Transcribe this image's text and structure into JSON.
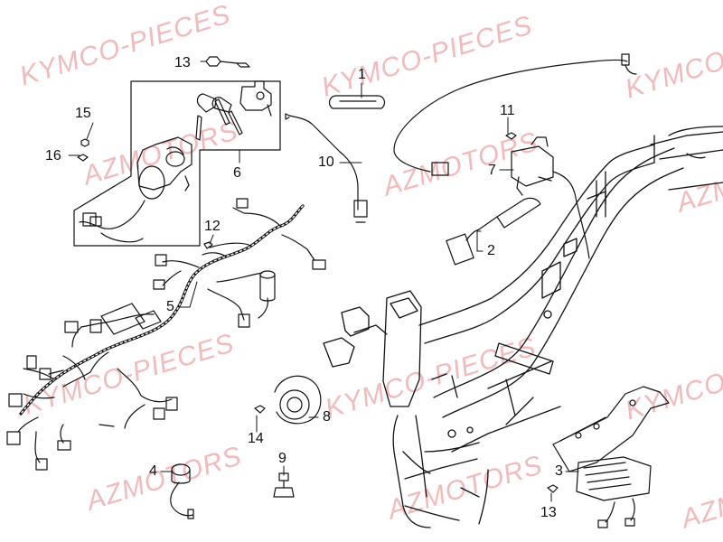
{
  "watermarks": {
    "w1": "KYMCO-PIECES",
    "w2": "KYMCO-PIECES",
    "w3": "KYMCO-",
    "w4": "AZMOTORS",
    "w5": "AZMOTORS",
    "w6": "KYMCO-PIECES",
    "w7": "KYMCO-PIECES",
    "w8": "KYMCO-",
    "w9": "AZMOTORS",
    "w10": "AZMOTORS",
    "w11": "AZMOTORS",
    "w12": "AZM"
  },
  "callouts": {
    "c1": "1",
    "c2": "2",
    "c3": "3",
    "c4": "4",
    "c5": "5",
    "c6": "6",
    "c7": "7",
    "c8": "8",
    "c9": "9",
    "c10": "10",
    "c11": "11",
    "c12": "12",
    "c13a": "13",
    "c13b": "13",
    "c14": "14",
    "c15": "15",
    "c16": "16"
  },
  "colors": {
    "line": "#111111",
    "watermark": "#e88282",
    "background": "#ffffff"
  }
}
